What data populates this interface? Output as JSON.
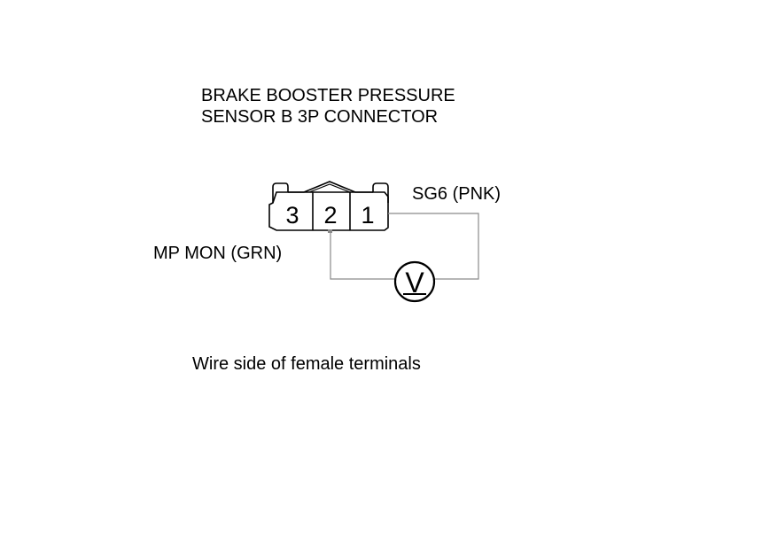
{
  "connector": {
    "title_line1": "BRAKE BOOSTER PRESSURE",
    "title_line2": "SENSOR B 3P CONNECTOR",
    "terminals": [
      "3",
      "2",
      "1"
    ]
  },
  "wires": {
    "right_label": "SG6 (PNK)",
    "left_label": "MP MON (GRN)"
  },
  "meter": {
    "symbol": "V",
    "icon": "voltmeter-icon"
  },
  "caption": "Wire side of female terminals",
  "colors": {
    "line": "#000000",
    "wire": "#8a8a8a",
    "background": "#ffffff"
  }
}
